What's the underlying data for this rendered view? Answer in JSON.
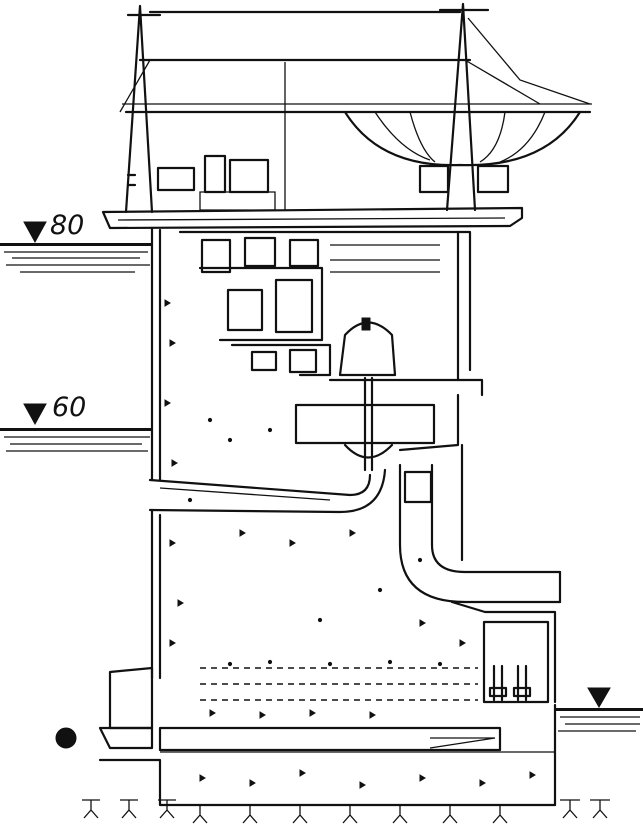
{
  "levels": {
    "upper_level_label": "80",
    "middle_level_label": "60",
    "tailwater_label": ""
  },
  "icons": {
    "level_marker": "triangle-down",
    "foundation": "soil-hatching"
  }
}
